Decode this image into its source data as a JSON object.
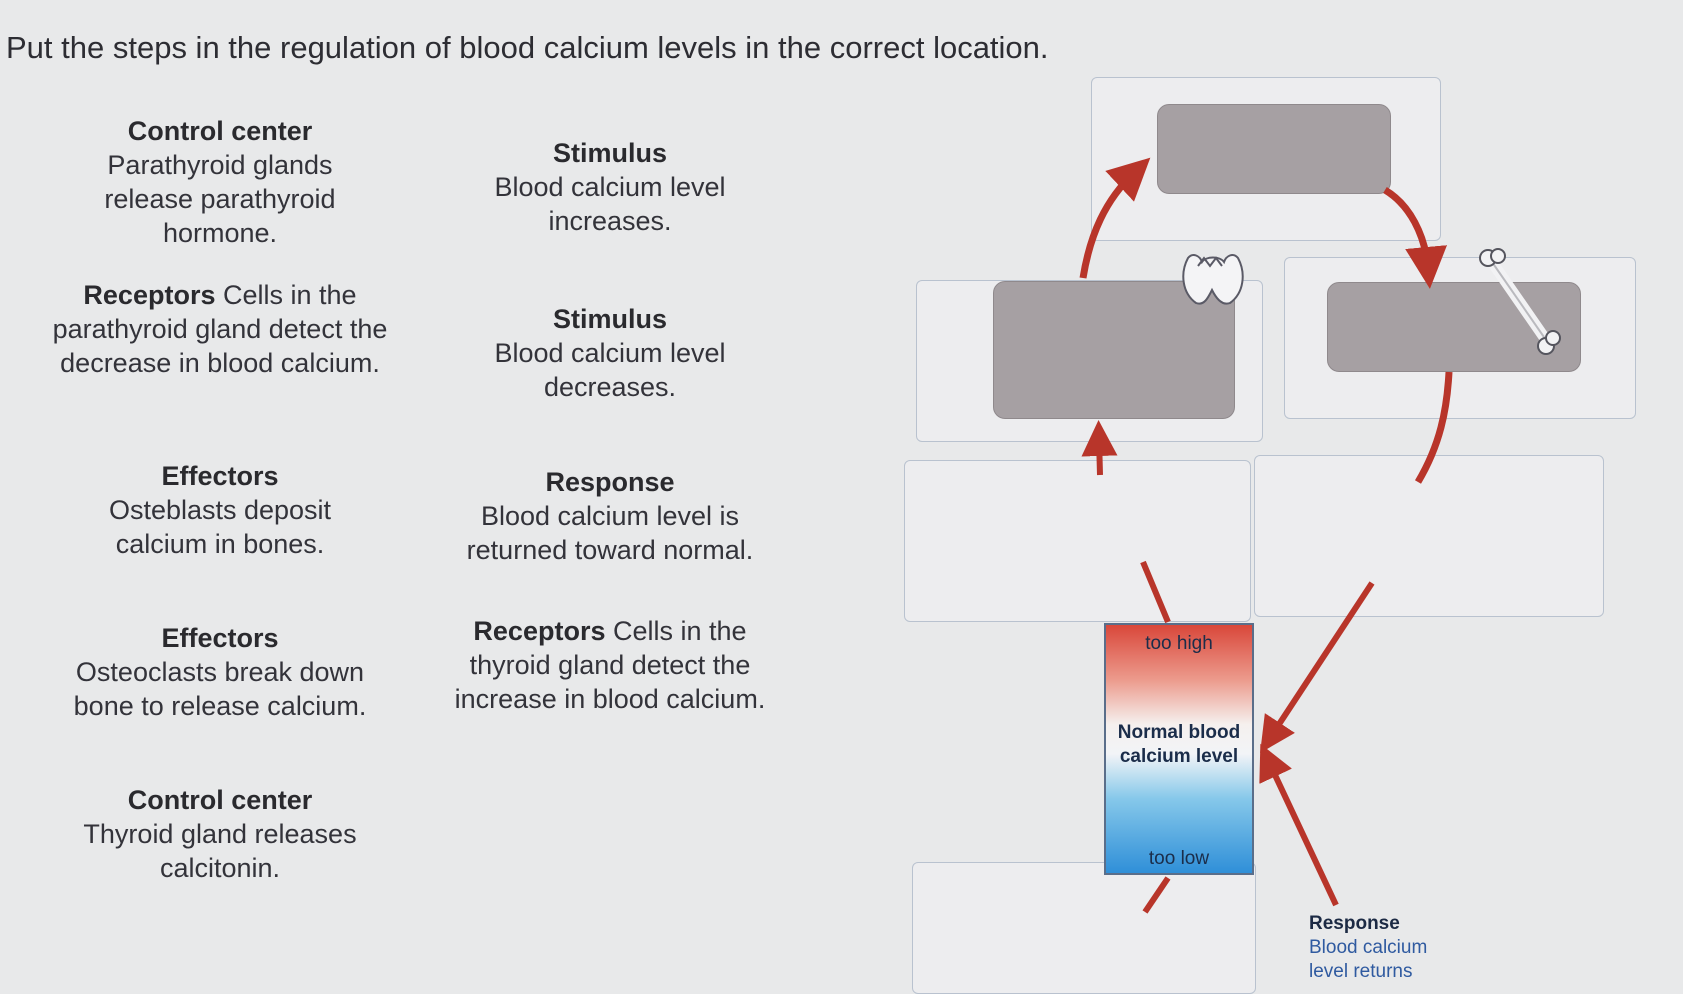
{
  "question": "Put the steps in the regulation of blood calcium levels in the correct location.",
  "labels": [
    {
      "title": "Control center",
      "desc": "Parathyroid glands release parathyroid hormone."
    },
    {
      "title": "Receptors",
      "desc": "Cells in the parathyroid gland detect the decrease in blood calcium."
    },
    {
      "title": "Effectors",
      "desc": "Osteblasts deposit calcium in bones."
    },
    {
      "title": "Effectors",
      "desc": "Osteoclasts break down bone to release calcium."
    },
    {
      "title": "Control center",
      "desc": "Thyroid gland releases calcitonin."
    },
    {
      "title": "Stimulus",
      "desc": "Blood calcium level increases."
    },
    {
      "title": "Stimulus",
      "desc": "Blood calcium level decreases."
    },
    {
      "title": "Response",
      "desc": "Blood calcium level is returned toward normal."
    },
    {
      "title": "Receptors",
      "desc": "Cells in the thyroid gland detect the increase in blood calcium."
    }
  ],
  "bar": {
    "high": "too high",
    "normal": "Normal blood calcium level",
    "low": "too low"
  },
  "response_fixed": {
    "title": "Response",
    "desc": "Blood calcium level returns"
  },
  "icons": {
    "gland": "thyroid-gland-icon",
    "bone": "bone-icon"
  },
  "colors": {
    "arrow": "#b8352a",
    "slot": "#a6a0a3",
    "dropzone_border": "#b9c2cf"
  }
}
